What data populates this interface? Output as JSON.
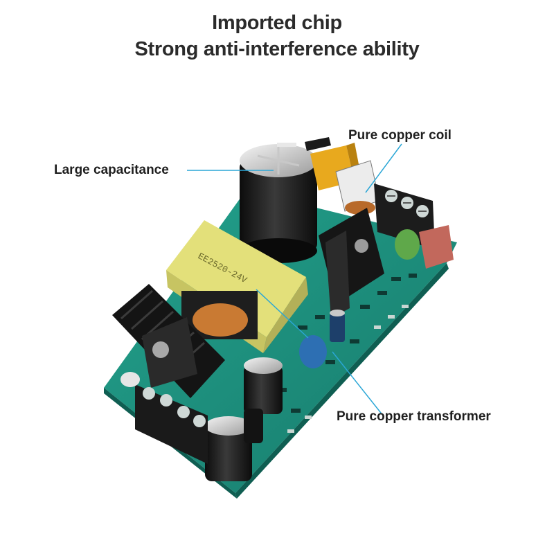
{
  "headline": {
    "line1": "Imported chip",
    "line2": "Strong anti-interference ability"
  },
  "callouts": {
    "large_capacitance": "Large capacitance",
    "pure_copper_coil": "Pure copper coil",
    "pure_copper_transformer": "Pure copper transformer"
  },
  "colors": {
    "pcb": "#1f8f7f",
    "transformer": "#e6e27a",
    "leader_line": "#2aa6d6",
    "heatsink": "#1a1a1a"
  }
}
